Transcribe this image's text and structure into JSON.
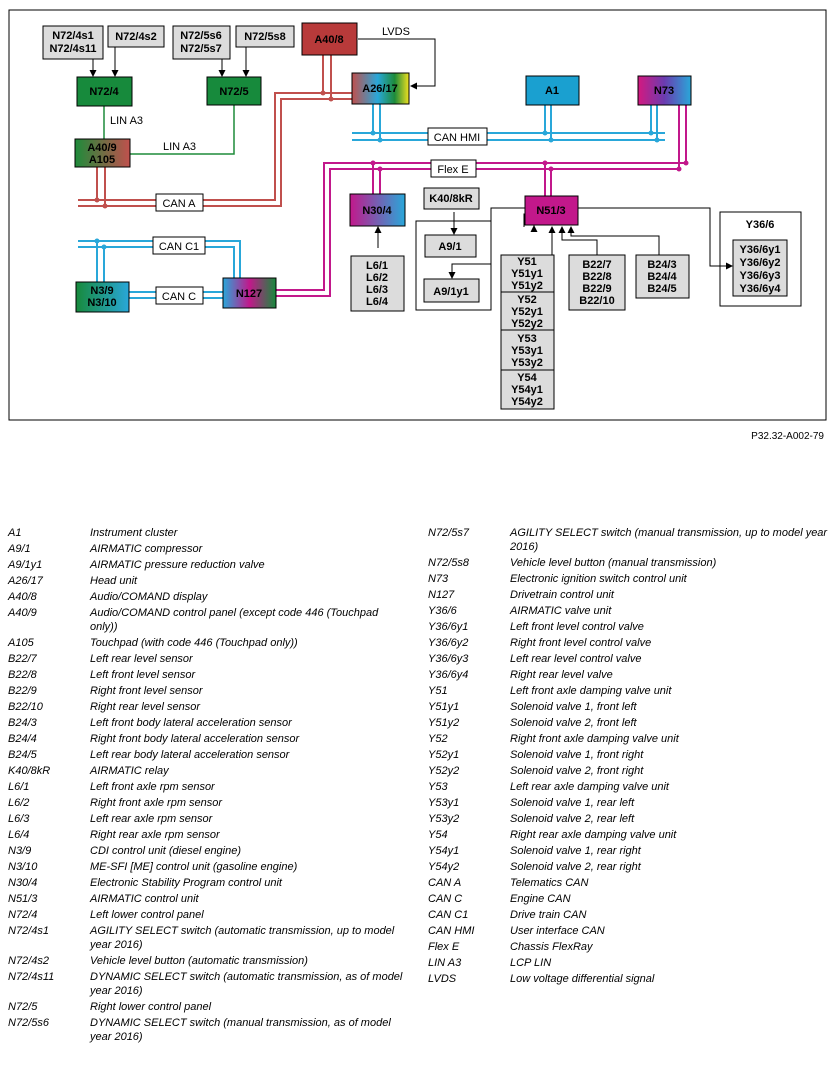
{
  "figure_id": "P32.32-A002-79",
  "components": {
    "n72_4s1": "N72/4s1",
    "n72_4s11": "N72/4s11",
    "n72_4s2": "N72/4s2",
    "n72_5s6": "N72/5s6",
    "n72_5s7": "N72/5s7",
    "n72_5s8": "N72/5s8",
    "n72_4": "N72/4",
    "n72_5": "N72/5",
    "a40_8": "A40/8",
    "a26_17": "A26/17",
    "a1": "A1",
    "n73": "N73",
    "a40_9": "A40/9",
    "a105": "A105",
    "k40_8kr": "K40/8kR",
    "a9_1": "A9/1",
    "a9_1y1": "A9/1y1",
    "n51_3": "N51/3",
    "n30_4": "N30/4",
    "y36_6": "Y36/6",
    "y36_group": [
      "Y36/6y1",
      "Y36/6y2",
      "Y36/6y3",
      "Y36/6y4"
    ],
    "l6_group": [
      "L6/1",
      "L6/2",
      "L6/3",
      "L6/4"
    ],
    "y51_group": [
      "Y51",
      "Y51y1",
      "Y51y2"
    ],
    "y52_group": [
      "Y52",
      "Y52y1",
      "Y52y2"
    ],
    "y53_group": [
      "Y53",
      "Y53y1",
      "Y53y2"
    ],
    "y54_group": [
      "Y54",
      "Y54y1",
      "Y54y2"
    ],
    "b22_group": [
      "B22/7",
      "B22/8",
      "B22/9",
      "B22/10"
    ],
    "b24_group": [
      "B24/3",
      "B24/4",
      "B24/5"
    ],
    "n3_9": "N3/9",
    "n3_10": "N3/10",
    "n127": "N127"
  },
  "buses": {
    "lvds": "LVDS",
    "lin_a3_1": "LIN A3",
    "lin_a3_2": "LIN A3",
    "can_hmi": "CAN HMI",
    "flex_e": "Flex E",
    "can_a": "CAN A",
    "can_c1": "CAN C1",
    "can_c": "CAN C"
  },
  "colors": {
    "can_a": "#c0504d",
    "can_blue": "#29a7d9",
    "flexray": "#c2188b",
    "lin_green": "#1e8b3a",
    "node_green": "#178a3c",
    "node_red": "#b83a3a",
    "node_blue": "#1aa0d0",
    "node_gray": "#dcdcdc"
  },
  "legend": {
    "left": [
      {
        "code": "A1",
        "desc": "Instrument cluster"
      },
      {
        "code": "A9/1",
        "desc": "AIRMATIC compressor"
      },
      {
        "code": "A9/1y1",
        "desc": "AIRMATIC pressure reduction valve"
      },
      {
        "code": "A26/17",
        "desc": "Head unit"
      },
      {
        "code": "A40/8",
        "desc": "Audio/COMAND display"
      },
      {
        "code": "A40/9",
        "desc": "Audio/COMAND control panel (except code 446 (Touchpad only))"
      },
      {
        "code": "A105",
        "desc": "Touchpad (with code 446 (Touchpad only))"
      },
      {
        "code": "B22/7",
        "desc": "Left rear level sensor"
      },
      {
        "code": "B22/8",
        "desc": "Left front level sensor"
      },
      {
        "code": "B22/9",
        "desc": "Right front level sensor"
      },
      {
        "code": "B22/10",
        "desc": "Right rear level sensor"
      },
      {
        "code": "B24/3",
        "desc": "Left front body lateral acceleration sensor"
      },
      {
        "code": "B24/4",
        "desc": "Right front body lateral acceleration sensor"
      },
      {
        "code": "B24/5",
        "desc": "Left rear body lateral acceleration sensor"
      },
      {
        "code": "K40/8kR",
        "desc": "AIRMATIC relay"
      },
      {
        "code": "L6/1",
        "desc": "Left front axle rpm sensor"
      },
      {
        "code": "L6/2",
        "desc": "Right front axle rpm sensor"
      },
      {
        "code": "L6/3",
        "desc": "Left rear axle rpm sensor"
      },
      {
        "code": "L6/4",
        "desc": "Right rear axle rpm sensor"
      },
      {
        "code": "N3/9",
        "desc": "CDI control unit (diesel engine)"
      },
      {
        "code": "N3/10",
        "desc": "ME-SFI [ME] control unit (gasoline engine)"
      },
      {
        "code": "N30/4",
        "desc": "Electronic Stability Program control unit"
      },
      {
        "code": "N51/3",
        "desc": "AIRMATIC control unit"
      },
      {
        "code": "N72/4",
        "desc": "Left lower control panel"
      },
      {
        "code": "N72/4s1",
        "desc": "AGILITY SELECT switch (automatic transmission, up to model year 2016)"
      },
      {
        "code": "N72/4s2",
        "desc": "Vehicle level button (automatic transmission)"
      },
      {
        "code": "N72/4s11",
        "desc": "DYNAMIC SELECT switch (automatic transmission, as of model year 2016)"
      },
      {
        "code": "N72/5",
        "desc": "Right lower control panel"
      },
      {
        "code": "N72/5s6",
        "desc": "DYNAMIC SELECT switch (manual transmission, as of model year 2016)"
      }
    ],
    "right": [
      {
        "code": "N72/5s7",
        "desc": "AGILITY SELECT switch (manual transmission, up to model year 2016)"
      },
      {
        "code": "N72/5s8",
        "desc": "Vehicle level button (manual transmission)"
      },
      {
        "code": "N73",
        "desc": "Electronic ignition switch control unit"
      },
      {
        "code": "N127",
        "desc": "Drivetrain control unit"
      },
      {
        "code": "Y36/6",
        "desc": "AIRMATIC valve unit"
      },
      {
        "code": "Y36/6y1",
        "desc": "Left front level control valve"
      },
      {
        "code": "Y36/6y2",
        "desc": "Right front level control valve"
      },
      {
        "code": "Y36/6y3",
        "desc": "Left rear level control valve"
      },
      {
        "code": "Y36/6y4",
        "desc": "Right rear level valve"
      },
      {
        "code": "Y51",
        "desc": "Left front axle damping valve unit"
      },
      {
        "code": "Y51y1",
        "desc": "Solenoid valve 1, front left"
      },
      {
        "code": "Y51y2",
        "desc": "Solenoid valve 2, front left"
      },
      {
        "code": "Y52",
        "desc": "Right front axle damping valve unit"
      },
      {
        "code": "Y52y1",
        "desc": "Solenoid valve 1, front right"
      },
      {
        "code": "Y52y2",
        "desc": "Solenoid valve 2, front right"
      },
      {
        "code": "Y53",
        "desc": "Left rear axle damping valve unit"
      },
      {
        "code": "Y53y1",
        "desc": "Solenoid valve 1, rear left"
      },
      {
        "code": "Y53y2",
        "desc": "Solenoid valve 2, rear left"
      },
      {
        "code": "Y54",
        "desc": "Right rear axle damping valve unit"
      },
      {
        "code": "Y54y1",
        "desc": "Solenoid valve 1, rear right"
      },
      {
        "code": "Y54y2",
        "desc": "Solenoid valve 2, rear right"
      },
      {
        "code": "CAN A",
        "desc": "Telematics CAN"
      },
      {
        "code": "CAN C",
        "desc": "Engine CAN"
      },
      {
        "code": "CAN C1",
        "desc": "Drive train CAN"
      },
      {
        "code": "CAN HMI",
        "desc": "User interface CAN"
      },
      {
        "code": "Flex E",
        "desc": "Chassis FlexRay"
      },
      {
        "code": "LIN A3",
        "desc": "LCP LIN"
      },
      {
        "code": "LVDS",
        "desc": "Low voltage differential signal"
      }
    ]
  }
}
